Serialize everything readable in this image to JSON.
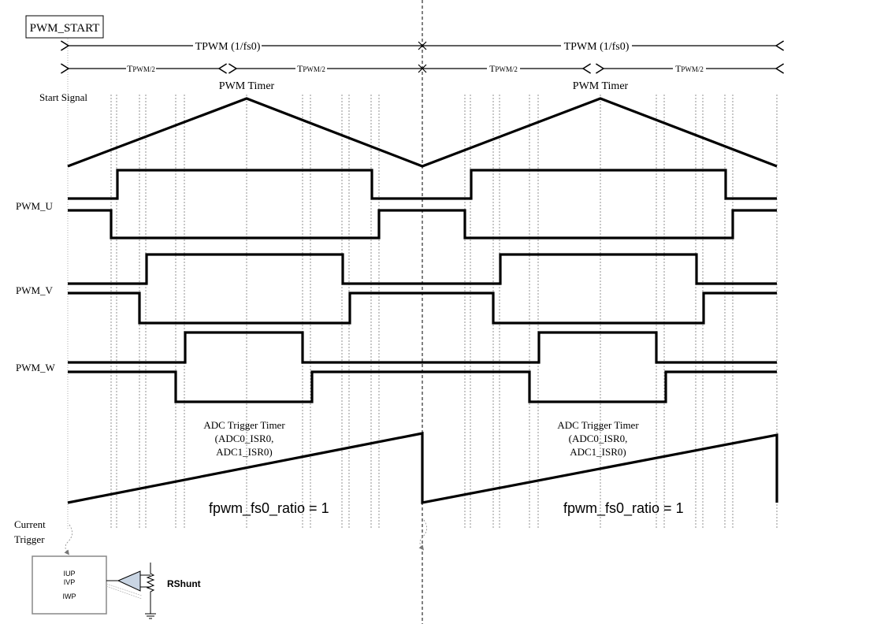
{
  "title_box": "PWM_START",
  "period_label": "TPWM (1/fs0)",
  "half_period_label_main": "T",
  "half_period_label_sub": "PWM/2",
  "pwm_timer_label": "PWM Timer",
  "start_signal_label": "Start Signal",
  "signals": [
    "PWM_U",
    "PWM_V",
    "PWM_W"
  ],
  "adc_timer_label": [
    "ADC Trigger Timer",
    "(ADC0_ISR0,",
    "ADC1_ISR0)"
  ],
  "ratio_label": "fpwm_fs0_ratio = 1",
  "current_trigger_label": [
    "Current",
    "Trigger"
  ],
  "adc_block_inputs": [
    "IUP",
    "IVP",
    "IWP"
  ],
  "shunt_label": "RShunt",
  "colors": {
    "wave": "#000000",
    "amp_fill": "#c9d5e3",
    "grid": "#777777"
  }
}
